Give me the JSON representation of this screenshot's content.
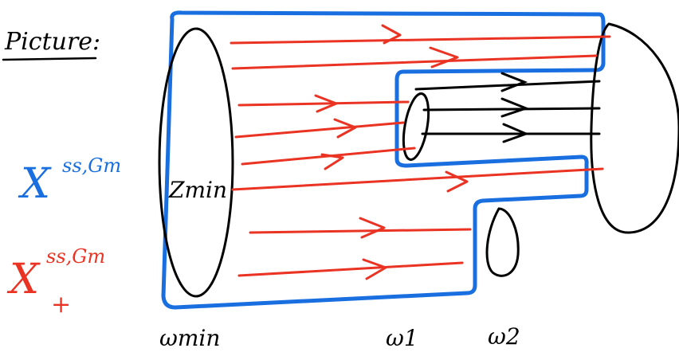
{
  "heading": "Picture:",
  "labels": {
    "z_min": "Zmin",
    "w_min": "ωmin",
    "w_1": "ω1",
    "w_2": "ω2"
  },
  "legend": {
    "blue_base": "X",
    "blue_sup": "ss,Gm",
    "red_base": "X",
    "red_sup": "ss,Gm",
    "red_sub": "+"
  },
  "colors": {
    "blue": "#1a6fe0",
    "red": "#ea3323",
    "black": "#000000"
  }
}
